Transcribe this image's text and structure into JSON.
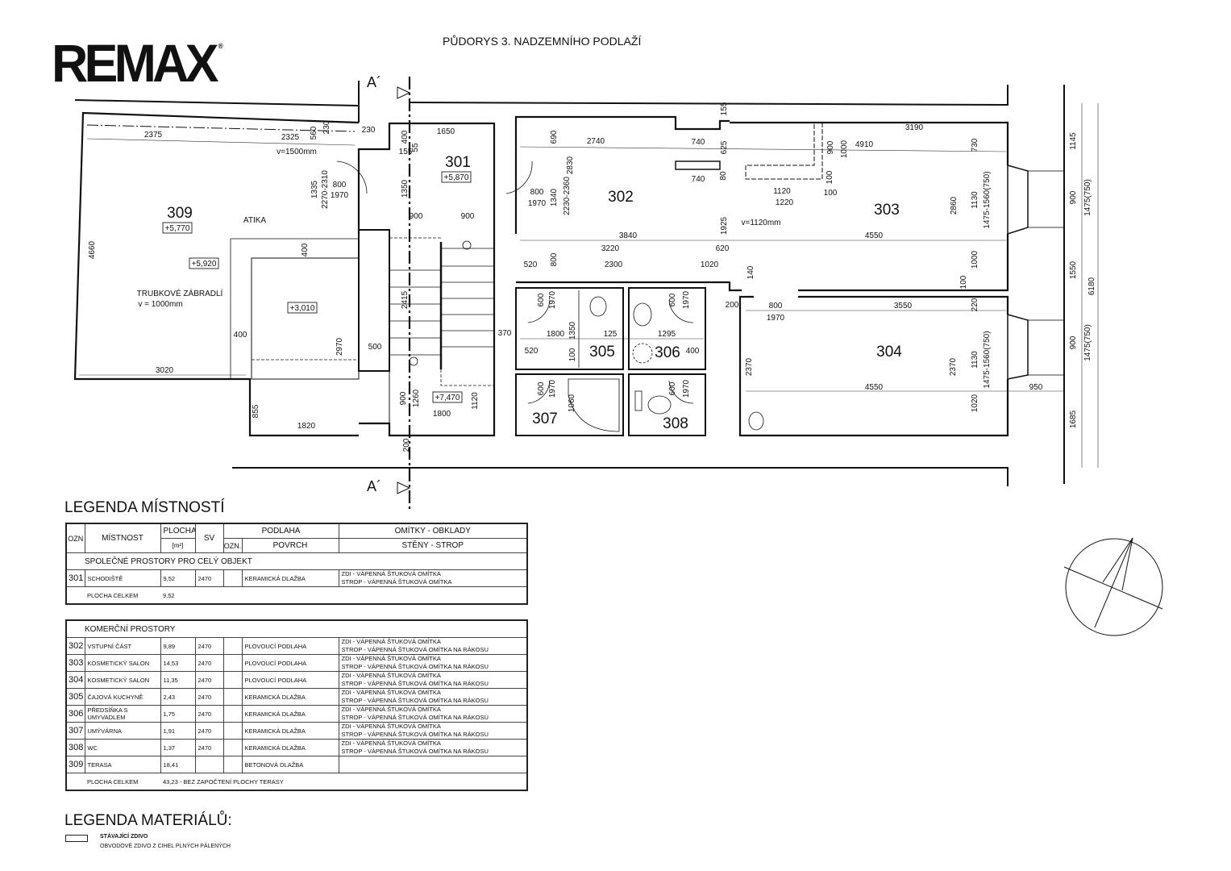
{
  "logo": {
    "text": "REMAX",
    "mark": "®"
  },
  "title": "PŮDORYS 3. NADZEMNÍHO PODLAŽÍ",
  "section_marks": [
    "A´",
    "A´"
  ],
  "rooms": [
    {
      "id": "301",
      "level": "+5,870"
    },
    {
      "id": "302"
    },
    {
      "id": "303"
    },
    {
      "id": "304"
    },
    {
      "id": "305"
    },
    {
      "id": "306"
    },
    {
      "id": "307"
    },
    {
      "id": "308"
    },
    {
      "id": "309",
      "level": "+5,770"
    }
  ],
  "levels": {
    "atika": "+5,920",
    "lower": "+3,010",
    "stair_top": "+7,470"
  },
  "dims": [
    "2375",
    "2325",
    "560",
    "230",
    "230",
    "v=1500mm",
    "1335",
    "2270-2310",
    "800",
    "1970",
    "4660",
    "ATIKA",
    "400",
    "TRUBKOVÉ ZÁBRADLÍ",
    "v = 1000mm",
    "400",
    "2970",
    "500",
    "3020",
    "855",
    "1820",
    "1650",
    "400",
    "55",
    "155",
    "1350",
    "900",
    "900",
    "2415",
    "370",
    "900",
    "1260",
    "1800",
    "1120",
    "200",
    "690",
    "2740",
    "740",
    "625",
    "740",
    "80",
    "2830",
    "800",
    "1970",
    "1340",
    "2230-2360",
    "1925",
    "3840",
    "3220",
    "620",
    "520",
    "800",
    "2300",
    "1020",
    "155",
    "3190",
    "900",
    "1000",
    "4910",
    "100",
    "1120",
    "100",
    "1220",
    "v=1120mm",
    "4550",
    "2860",
    "730",
    "1130",
    "1475-1560(750)",
    "1000",
    "100",
    "140",
    "200",
    "800",
    "3550",
    "1970",
    "220",
    "1130",
    "1475-1560(750)",
    "2370",
    "2370",
    "4550",
    "1020",
    "950",
    "600",
    "1970",
    "1800",
    "1350",
    "125",
    "520",
    "100",
    "600",
    "1970",
    "1295",
    "400",
    "600",
    "1970",
    "1060",
    "600",
    "1970",
    "1145",
    "900",
    "1475(750)",
    "1550",
    "6180",
    "900",
    "1475(750)",
    "1685"
  ],
  "legend_rooms": {
    "heading": "LEGENDA MÍSTNOSTÍ",
    "headers": {
      "ozn": "OZN",
      "room": "MÍSTNOST",
      "area": "PLOCHA",
      "area_unit": "[m²]",
      "sv": "SV",
      "floor": "PODLAHA",
      "floor_ozn": "OZN.",
      "floor_surface": "POVRCH",
      "finish": "OMÍTKY - OBKLADY",
      "finish_sub": "STĚNY - STROP"
    },
    "common": {
      "section": "SPOLEČNÉ PROSTORY PRO CELÝ OBJEKT",
      "rows": [
        {
          "ozn": "301",
          "room": "SCHODIŠTĚ",
          "area": "9,52",
          "sv": "2470",
          "floor": "KERAMICKÁ DLAŽBA",
          "walls": "ZDI - VÁPENNÁ ŠTUKOVÁ OMÍTKA",
          "ceiling": "STROP - VÁPENNÁ ŠTUKOVÁ OMÍTKA"
        }
      ],
      "total_label": "PLOCHA CELKEM",
      "total": "9,52"
    },
    "commercial": {
      "section": "KOMERČNÍ PROSTORY",
      "rows": [
        {
          "ozn": "302",
          "room": "VSTUPNÍ ČÁST",
          "area": "9,89",
          "sv": "2470",
          "floor": "PLOVOUCÍ PODLAHA",
          "walls": "ZDI - VÁPENNÁ ŠTUKOVÁ OMÍTKA",
          "ceiling": "STROP - VÁPENNÁ ŠTUKOVÁ OMÍTKA NA RÁKOSU"
        },
        {
          "ozn": "303",
          "room": "KOSMETICKÝ SALON",
          "area": "14,53",
          "sv": "2470",
          "floor": "PLOVOUCÍ PODLAHA",
          "walls": "ZDI - VÁPENNÁ ŠTUKOVÁ OMÍTKA",
          "ceiling": "STROP - VÁPENNÁ ŠTUKOVÁ OMÍTKA NA RÁKOSU"
        },
        {
          "ozn": "304",
          "room": "KOSMETICKÝ SALON",
          "area": "11,35",
          "sv": "2470",
          "floor": "PLOVOUCÍ PODLAHA",
          "walls": "ZDI - VÁPENNÁ ŠTUKOVÁ OMÍTKA",
          "ceiling": "STROP - VÁPENNÁ ŠTUKOVÁ OMÍTKA NA RÁKOSU"
        },
        {
          "ozn": "305",
          "room": "ČAJOVÁ KUCHYNĚ",
          "area": "2,43",
          "sv": "2470",
          "floor": "KERAMICKÁ DLAŽBA",
          "walls": "ZDI - VÁPENNÁ ŠTUKOVÁ OMÍTKA",
          "ceiling": "STROP - VÁPENNÁ ŠTUKOVÁ OMÍTKA NA RÁKOSU"
        },
        {
          "ozn": "306",
          "room": "PŘEDSÍŇKA S UMYVADLEM",
          "area": "1,75",
          "sv": "2470",
          "floor": "KERAMICKÁ DLAŽBA",
          "walls": "ZDI - VÁPENNÁ ŠTUKOVÁ OMÍTKA",
          "ceiling": "STROP - VÁPENNÁ ŠTUKOVÁ OMÍTKA NA RÁKOSU"
        },
        {
          "ozn": "307",
          "room": "UMÝVÁRNA",
          "area": "1,91",
          "sv": "2470",
          "floor": "KERAMICKÁ DLAŽBA",
          "walls": "ZDI - VÁPENNÁ ŠTUKOVÁ OMÍTKA",
          "ceiling": "STROP - VÁPENNÁ ŠTUKOVÁ OMÍTKA NA RÁKOSU"
        },
        {
          "ozn": "308",
          "room": "WC",
          "area": "1,37",
          "sv": "2470",
          "floor": "KERAMICKÁ DLAŽBA",
          "walls": "ZDI - VÁPENNÁ ŠTUKOVÁ OMÍTKA",
          "ceiling": "STROP - VÁPENNÁ ŠTUKOVÁ OMÍTKA NA RÁKOSU"
        },
        {
          "ozn": "309",
          "room": "TERASA",
          "area": "18,41",
          "sv": "",
          "floor": "BETONOVÁ DLAŽBA",
          "walls": "",
          "ceiling": ""
        }
      ],
      "total_label": "PLOCHA CELKEM",
      "total": "43,23 - BEZ ZAPOČTENÍ PLOCHY TERASY"
    }
  },
  "legend_materials": {
    "heading": "LEGENDA MATERIÁLŮ:",
    "items": [
      {
        "name": "STÁVAJÍCÍ ZDIVO",
        "desc": "OBVODOVÉ ZDIVO Z CIHEL PLNÝCH PÁLENÝCH"
      }
    ]
  }
}
